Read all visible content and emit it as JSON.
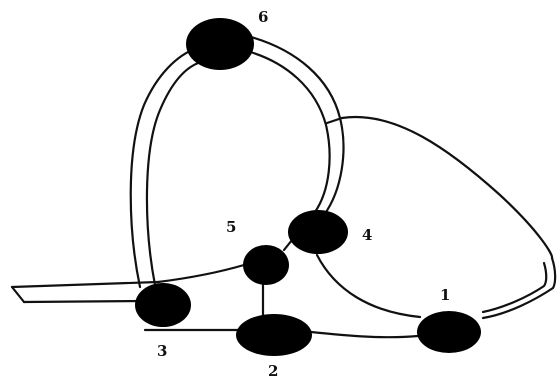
{
  "nodes": [
    {
      "id": "1",
      "label": "1"
    },
    {
      "id": "2",
      "label": "2"
    },
    {
      "id": "3",
      "label": "3"
    },
    {
      "id": "4",
      "label": "4"
    },
    {
      "id": "5",
      "label": "5"
    },
    {
      "id": "6",
      "label": "6"
    }
  ],
  "colors": {
    "node_fill": "#000000",
    "edge_stroke": "#111111",
    "background": "#ffffff"
  }
}
